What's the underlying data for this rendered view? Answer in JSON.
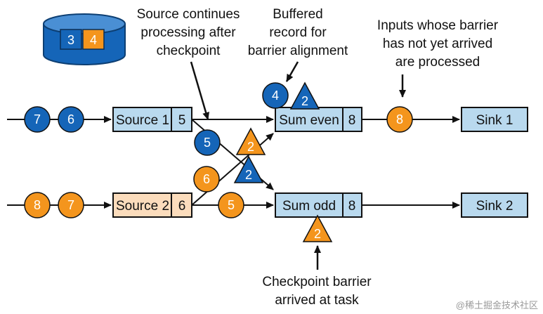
{
  "colors": {
    "blue": "#1565b8",
    "orange": "#f4951d",
    "box_blue": "#b9d9ee",
    "box_peach": "#fbdcbc",
    "line": "#111111"
  },
  "state_store": {
    "values": [
      "3",
      "4"
    ]
  },
  "annotations": {
    "source_continues": [
      "Source continues",
      "processing after",
      "checkpoint"
    ],
    "buffered": [
      "Buffered",
      "record for",
      "barrier alignment"
    ],
    "inputs_waiting": [
      "Inputs whose barrier",
      "has not yet arrived",
      "are processed"
    ],
    "checkpoint_arrived": [
      "Checkpoint barrier",
      "arrived at task"
    ]
  },
  "operators": {
    "source1": {
      "label": "Source 1",
      "state": "5"
    },
    "source2": {
      "label": "Source 2",
      "state": "6"
    },
    "sum_even": {
      "label": "Sum even",
      "state": "8"
    },
    "sum_odd": {
      "label": "Sum odd",
      "state": "8"
    },
    "sink1": {
      "label": "Sink 1"
    },
    "sink2": {
      "label": "Sink 2"
    }
  },
  "records": {
    "input1": [
      "7",
      "6"
    ],
    "input2": [
      "8",
      "7"
    ],
    "src1_out": "5",
    "src2_out_cross": "6",
    "src2_out_odd": "5",
    "buffered": "4",
    "sum_even_out": "8"
  },
  "barriers": {
    "near_sum_even": "2",
    "cross_orange": "2",
    "cross_blue": "2",
    "at_sum_odd": "2"
  },
  "watermark": "@稀土掘金技术社区"
}
